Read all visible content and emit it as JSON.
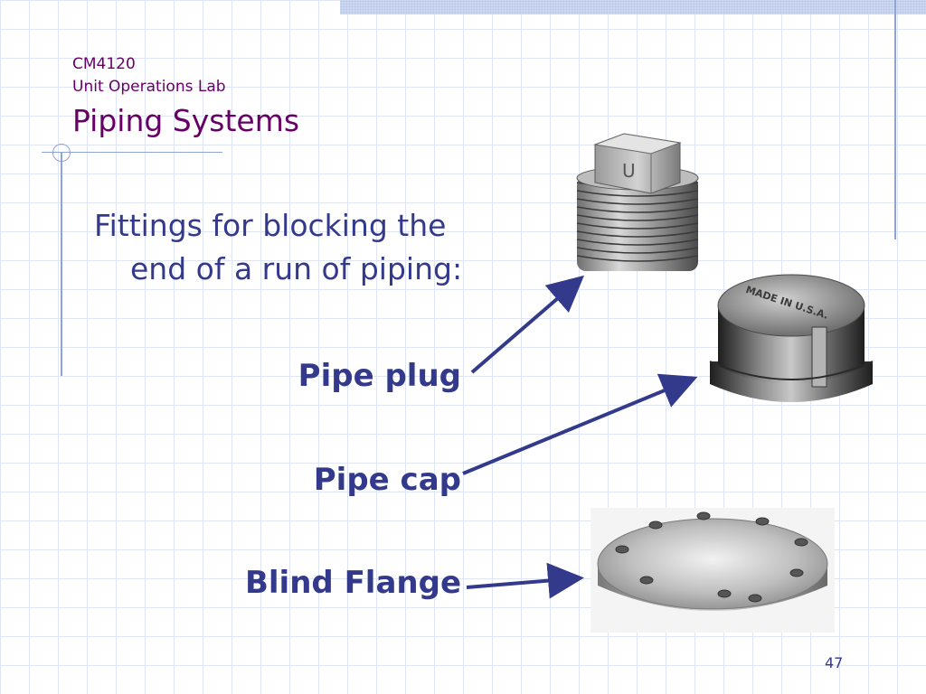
{
  "header": {
    "course_code": "CM4120",
    "course_name": "Unit Operations Lab",
    "title": "Piping Systems"
  },
  "body": {
    "text": "Fittings for blocking the end of a run of piping:"
  },
  "labels": {
    "plug": "Pipe plug",
    "cap": "Pipe cap",
    "flange": "Blind Flange"
  },
  "images": {
    "plug_mark": "U",
    "cap_marking": "MADE IN U.S.A."
  },
  "footer": {
    "page_number": "47"
  },
  "colors": {
    "title": "#660066",
    "text": "#333a8c",
    "arrow": "#333a8c",
    "grid": "#dfe5f3"
  }
}
